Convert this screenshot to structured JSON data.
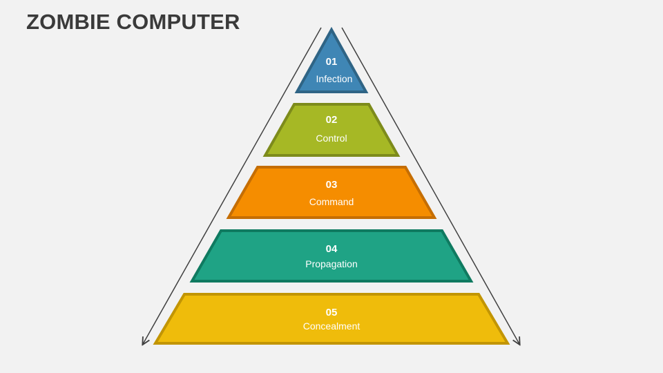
{
  "title": "ZOMBIE COMPUTER",
  "levels": [
    {
      "number": "01",
      "label": "Infection",
      "fill": "#3f86b5",
      "stroke": "#2f6485"
    },
    {
      "number": "02",
      "label": "Control",
      "fill": "#a6b825",
      "stroke": "#7d8b1b"
    },
    {
      "number": "03",
      "label": "Command",
      "fill": "#f58d00",
      "stroke": "#c56e04"
    },
    {
      "number": "04",
      "label": "Propagation",
      "fill": "#1fa385",
      "stroke": "#0f7a60"
    },
    {
      "number": "05",
      "label": "Concealment",
      "fill": "#efbc0b",
      "stroke": "#c29504"
    }
  ],
  "colors": {
    "background": "#f2f2f2",
    "title": "#3a3a3a",
    "arrow": "#404040"
  }
}
